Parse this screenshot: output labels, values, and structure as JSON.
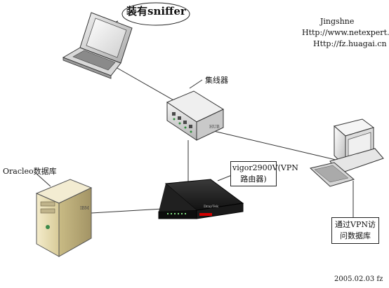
{
  "labels": {
    "sniffer_bubble": "装有sniffer",
    "hub": "集线器",
    "hub_port_tag": "HUB",
    "router": "vigor2900V(VPN路由器)",
    "router_brand": "DrayTek",
    "oracle": "Oracleo数据库",
    "server_tag": "IBM",
    "vpn_client": "通过VPN访问数据库",
    "footer": "2005.02.03  fz"
  },
  "header": {
    "author": "Jingshne",
    "url1": "Http://www.netexpert.cn",
    "url2": "Http://fz.huagai.cn"
  },
  "icons": {
    "laptop": "laptop-icon",
    "hub": "hub-icon",
    "router": "router-icon",
    "server": "server-icon",
    "desktop": "desktop-computer-icon"
  },
  "colors": {
    "line": "#333333",
    "router_body": "#1a1a1a",
    "router_accent": "#d40000",
    "server_body": "#e9dfb8"
  }
}
